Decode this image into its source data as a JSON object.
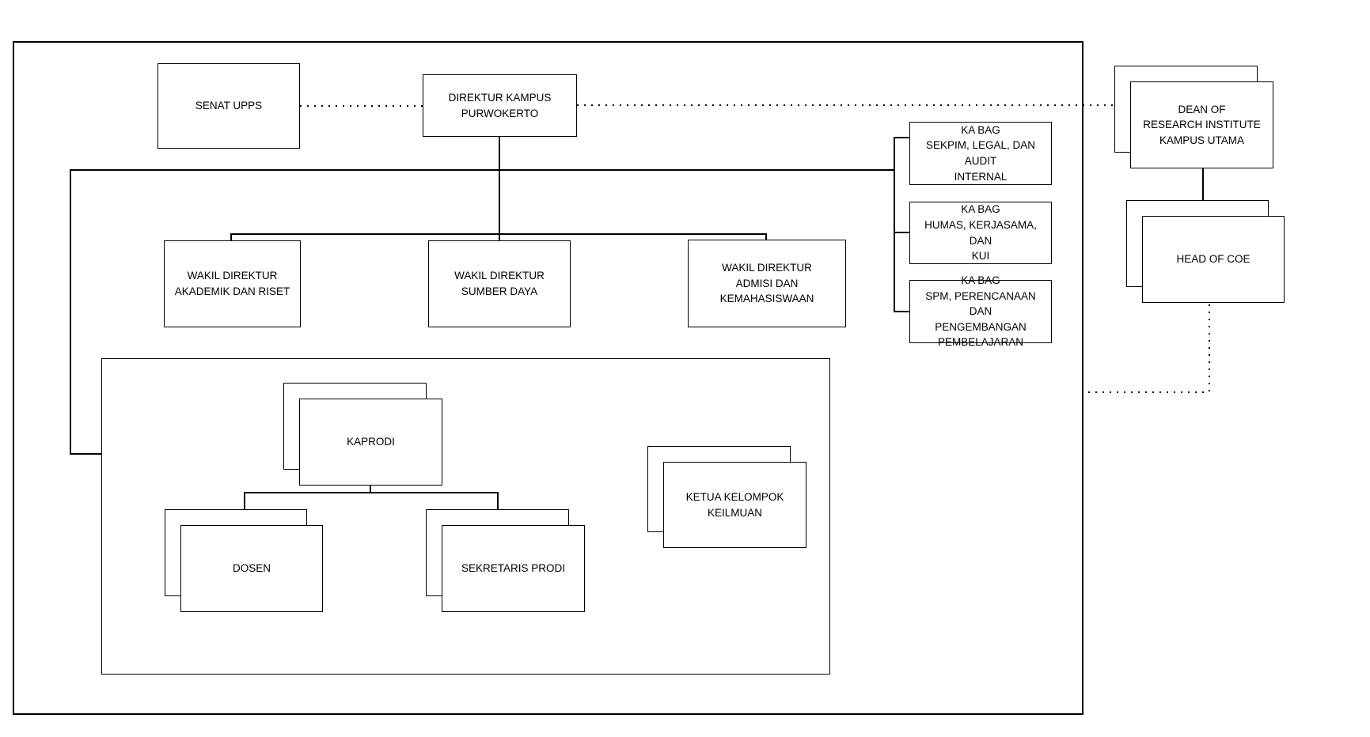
{
  "diagram": {
    "type": "org-chart",
    "background_color": "#ffffff",
    "line_color": "#000000",
    "nodes": {
      "senat_upps": {
        "label": "SENAT UPPS"
      },
      "direktur_kampus": {
        "label": "DIREKTUR KAMPUS\nPURWOKERTO"
      },
      "dean_research": {
        "label": "DEAN OF\nRESEARCH INSTITUTE\nKAMPUS UTAMA",
        "stacked": true
      },
      "head_of_coe": {
        "label": "HEAD OF COE",
        "stacked": true
      },
      "kabag_sekpim": {
        "label": "KA BAG\nSEKPIM, LEGAL, DAN AUDIT\nINTERNAL"
      },
      "kabag_humas": {
        "label": "KA BAG\nHUMAS, KERJASAMA, DAN\nKUI"
      },
      "kabag_spm": {
        "label": "KA BAG\nSPM, PERENCANAAN DAN\nPENGEMBANGAN\nPEMBELAJARAN"
      },
      "wakil_akademik": {
        "label": "WAKIL DIREKTUR\nAKADEMIK DAN RISET"
      },
      "wakil_sumber_daya": {
        "label": "WAKIL DIREKTUR\nSUMBER DAYA"
      },
      "wakil_admisi": {
        "label": "WAKIL DIREKTUR\nADMISI DAN KEMAHASISWAAN"
      },
      "kaprodi": {
        "label": "KAPRODI",
        "stacked": true
      },
      "dosen": {
        "label": "DOSEN",
        "stacked": true
      },
      "sekretaris_prodi": {
        "label": "SEKRETARIS PRODI",
        "stacked": true
      },
      "ketua_kelompok": {
        "label": "KETUA KELOMPOK\nKEILMUAN",
        "stacked": true
      }
    },
    "edges": [
      {
        "from": "senat_upps",
        "to": "direktur_kampus",
        "style": "dotted"
      },
      {
        "from": "direktur_kampus",
        "to": "dean_research",
        "style": "dotted"
      },
      {
        "from": "direktur_kampus",
        "to": "wakil_akademik",
        "style": "solid"
      },
      {
        "from": "direktur_kampus",
        "to": "wakil_sumber_daya",
        "style": "solid"
      },
      {
        "from": "direktur_kampus",
        "to": "wakil_admisi",
        "style": "solid"
      },
      {
        "from": "direktur_kampus",
        "to": "kabag_sekpim",
        "style": "solid"
      },
      {
        "from": "direktur_kampus",
        "to": "kabag_humas",
        "style": "solid"
      },
      {
        "from": "direktur_kampus",
        "to": "kabag_spm",
        "style": "solid"
      },
      {
        "from": "direktur_kampus",
        "to": "prodi_group",
        "style": "solid"
      },
      {
        "from": "dean_research",
        "to": "head_of_coe",
        "style": "solid"
      },
      {
        "from": "head_of_coe",
        "to": "org_boundary",
        "style": "dotted"
      },
      {
        "from": "kaprodi",
        "to": "dosen",
        "style": "solid"
      },
      {
        "from": "kaprodi",
        "to": "sekretaris_prodi",
        "style": "solid"
      }
    ]
  }
}
